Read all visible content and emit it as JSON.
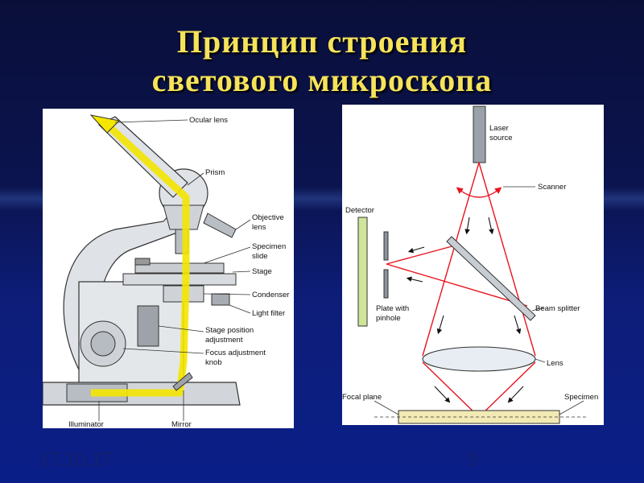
{
  "slide": {
    "title_line1": "Принцип строения",
    "title_line2": "светового микроскопа",
    "footer_date": "17.10.17",
    "footer_page": "9"
  },
  "light_microscope": {
    "labels": {
      "ocular": "Ocular lens",
      "prism": "Prism",
      "objective_1": "Objective",
      "objective_2": "lens",
      "specimen_1": "Specimen",
      "specimen_2": "slide",
      "stage": "Stage",
      "condenser": "Condenser",
      "light_filter": "Light filter",
      "stage_adj_1": "Stage position",
      "stage_adj_2": "adjustment",
      "focus_1": "Focus adjustment",
      "focus_2": "knob",
      "illuminator": "Illuminator",
      "mirror": "Mirror"
    }
  },
  "confocal": {
    "labels": {
      "laser_1": "Laser",
      "laser_2": "source",
      "scanner": "Scanner",
      "detector": "Detector",
      "plate_1": "Plate with",
      "plate_2": "pinhole",
      "beam_splitter": "Beam splitter",
      "lens": "Lens",
      "focal_plane": "Focal plane",
      "specimen": "Specimen"
    }
  },
  "colors": {
    "title": "#f6e35a",
    "light_path": "#f4e600",
    "laser_path": "#e8141e",
    "metal": "#c8ccd2"
  }
}
